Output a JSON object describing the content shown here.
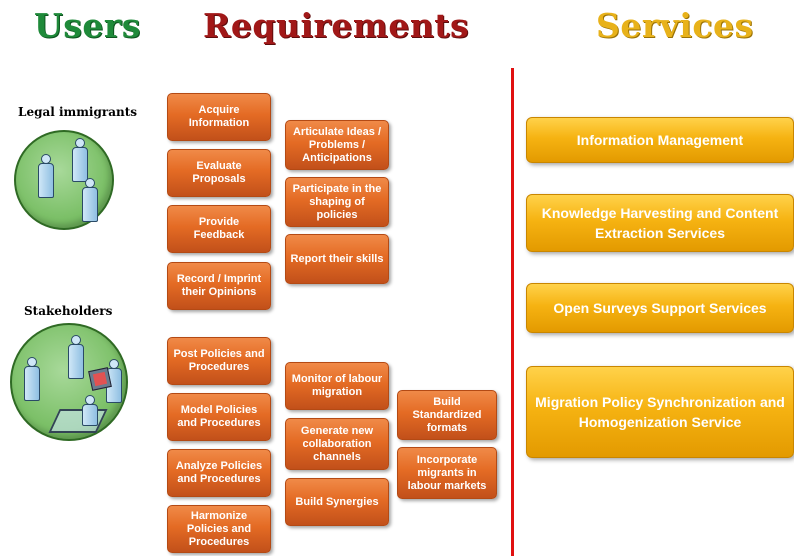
{
  "headers": {
    "users": "Users",
    "requirements": "Requirements",
    "services": "Services"
  },
  "groups": {
    "legal": "Legal immigrants",
    "stakeholders": "Stakeholders"
  },
  "requirements": {
    "col1": [
      "Acquire Information",
      "Evaluate Proposals",
      "Provide Feedback",
      "Record / Imprint their Opinions",
      "Post Policies and Procedures",
      "Model Policies and Procedures",
      "Analyze Policies and Procedures",
      "Harmonize Policies and Procedures"
    ],
    "col2": [
      "Articulate Ideas / Problems / Anticipations",
      "Participate in the shaping of policies",
      "Report their skills",
      "Monitor of labour migration",
      "Generate new collaboration channels",
      "Build Synergies"
    ],
    "col3": [
      "Build Standardized formats",
      "Incorporate migrants in labour markets"
    ]
  },
  "services": [
    "Information Management",
    "Knowledge Harvesting and Content Extraction Services",
    "Open Surveys Support Services",
    "Migration Policy Synchronization and Homogenization Service"
  ],
  "colors": {
    "users": "#1f8a3a",
    "requirements": "#a11818",
    "services": "#e8b21a",
    "requirement_box": "#e46b24",
    "service_box": "#f6b312",
    "divider": "#e01010",
    "group_circle": "#7cc068"
  },
  "icons": [
    "person-icon",
    "computer-icon",
    "workstation-icon"
  ]
}
